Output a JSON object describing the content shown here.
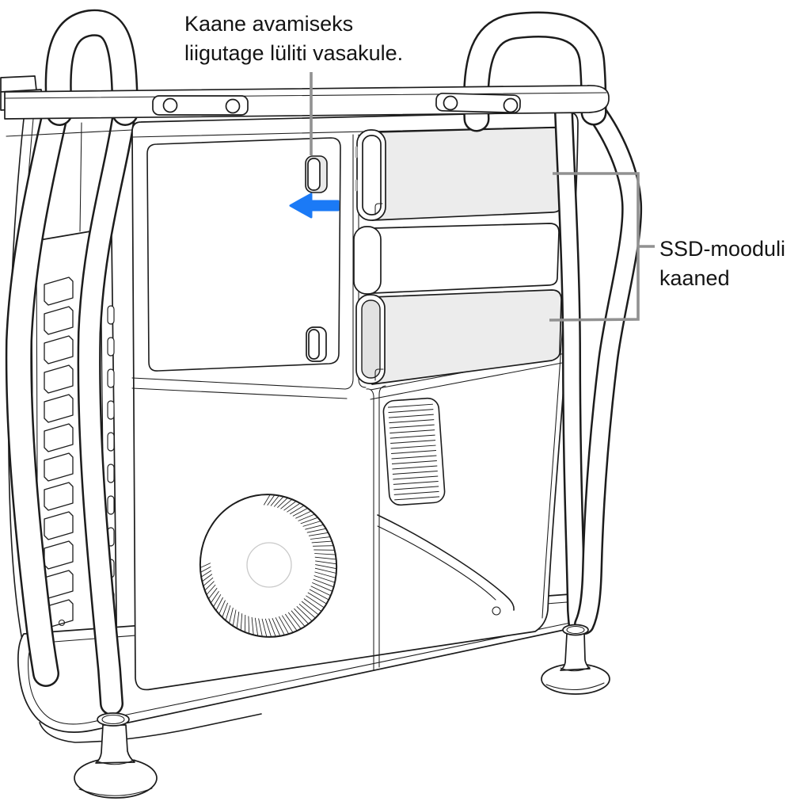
{
  "figure": {
    "callouts": {
      "switch_instruction": {
        "lines": [
          "Kaane avamiseks",
          "liigutage lüliti vasakule."
        ]
      },
      "ssd_label": {
        "lines": [
          "SSD-mooduli",
          "kaaned"
        ]
      }
    },
    "icons": [
      {
        "name": "left-arrow-icon",
        "meaning": "liigutage lüliti vasakule"
      }
    ],
    "colors": {
      "line": "#1c1c1c",
      "leader": "#919191",
      "arrow": "#1b7af6",
      "module_fill": "#ececec",
      "switch_fill": "#e8e8e8",
      "faint": "#c9c9c9",
      "text": "#141414",
      "background": "#ffffff"
    }
  }
}
